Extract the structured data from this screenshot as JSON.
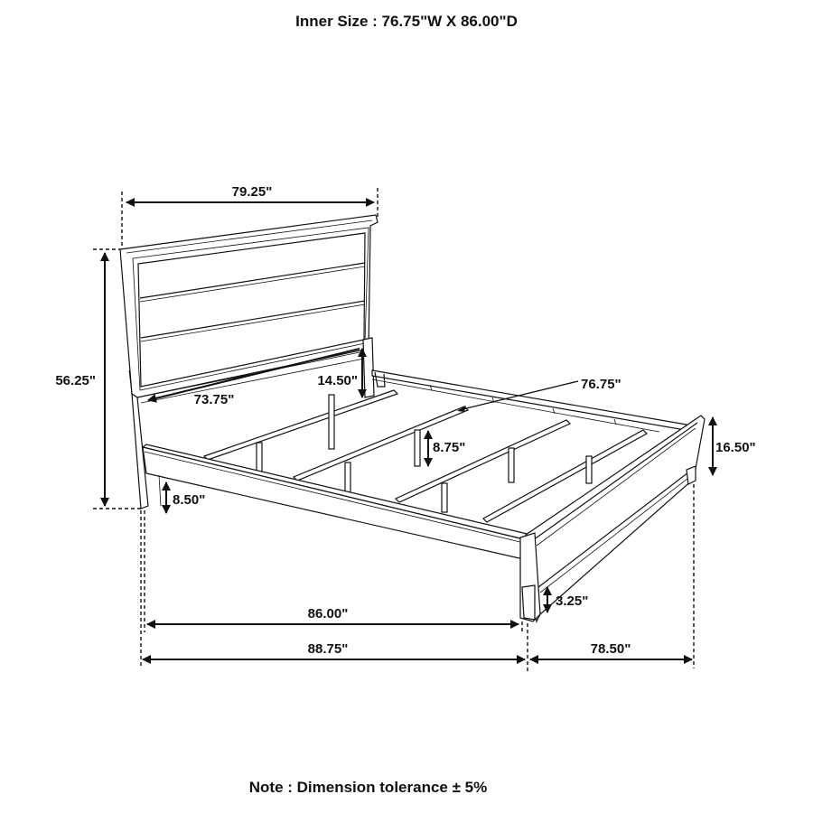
{
  "header": {
    "title": "Inner Size : 76.75\"W X 86.00\"D"
  },
  "footer": {
    "note": "Note : Dimension tolerance ± 5%"
  },
  "diagram": {
    "subject": "bed frame line drawing",
    "line_color": "#111111",
    "background": "#ffffff",
    "dimensions": {
      "headboard_width": "79.25\"",
      "headboard_height": "56.25\"",
      "headboard_panel_width": "73.75\"",
      "headboard_clearance": "14.50\"",
      "inner_width": "76.75\"",
      "slat_support_height": "8.75\"",
      "footboard_height": "16.50\"",
      "side_rail_clearance": "8.50\"",
      "foot_leg_height": "3.25\"",
      "inner_length": "86.00\"",
      "overall_length": "88.75\"",
      "overall_width": "78.50\""
    }
  }
}
